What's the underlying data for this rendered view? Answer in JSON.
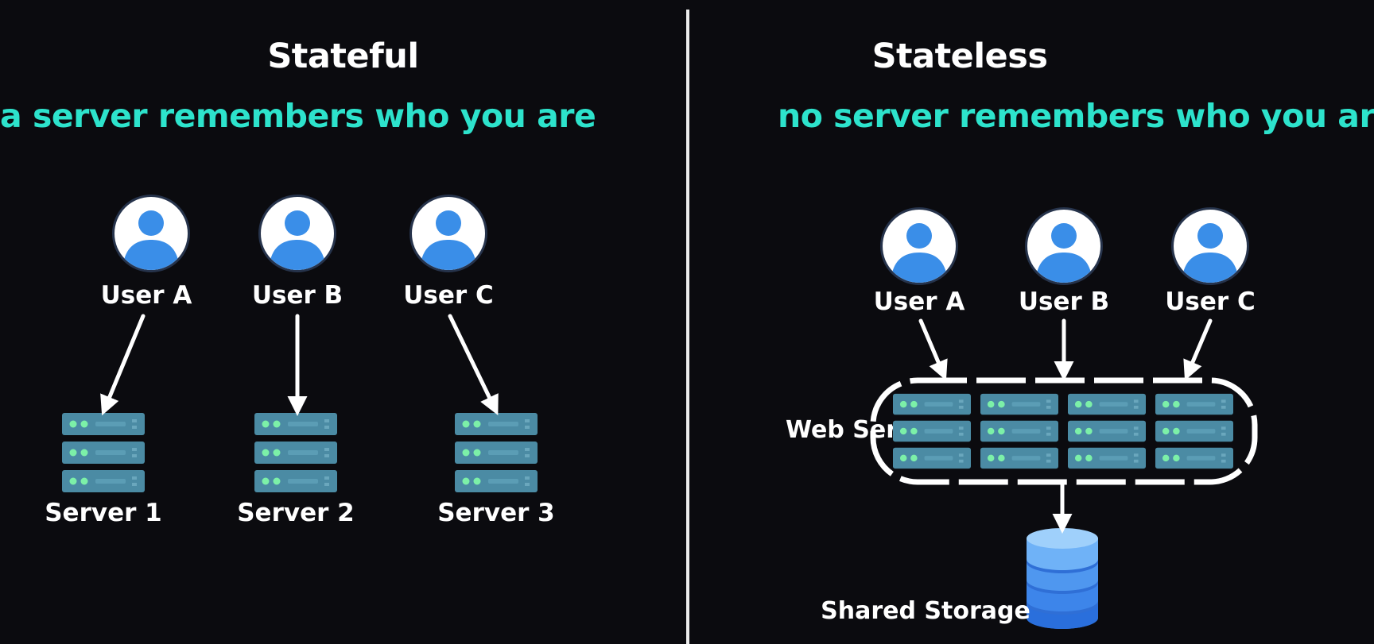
{
  "left_panel": {
    "title": "Stateful",
    "subtitle": "a server remembers who you are",
    "users": [
      {
        "label": "User A",
        "icon": "user-avatar-icon"
      },
      {
        "label": "User B",
        "icon": "user-avatar-icon"
      },
      {
        "label": "User C",
        "icon": "user-avatar-icon"
      }
    ],
    "servers": [
      {
        "label": "Server 1",
        "icon": "server-rack-icon"
      },
      {
        "label": "Server 2",
        "icon": "server-rack-icon"
      },
      {
        "label": "Server 3",
        "icon": "server-rack-icon"
      }
    ]
  },
  "right_panel": {
    "title": "Stateless",
    "subtitle": "no server remembers who you are",
    "users": [
      {
        "label": "User A",
        "icon": "user-avatar-icon"
      },
      {
        "label": "User B",
        "icon": "user-avatar-icon"
      },
      {
        "label": "User C",
        "icon": "user-avatar-icon"
      }
    ],
    "web_servers_label": "Web Servers",
    "web_servers_count": 4,
    "storage_label": "Shared Storage",
    "storage_icon": "database-icon"
  },
  "colors": {
    "background": "#0b0b0f",
    "text": "#ffffff",
    "accent": "#2de3cc",
    "server": "#4b8ba4",
    "server_light": "#5b9db5",
    "led": "#7cf0a8",
    "user_icon": "#3a8ee8",
    "database": "#3a86f0"
  }
}
